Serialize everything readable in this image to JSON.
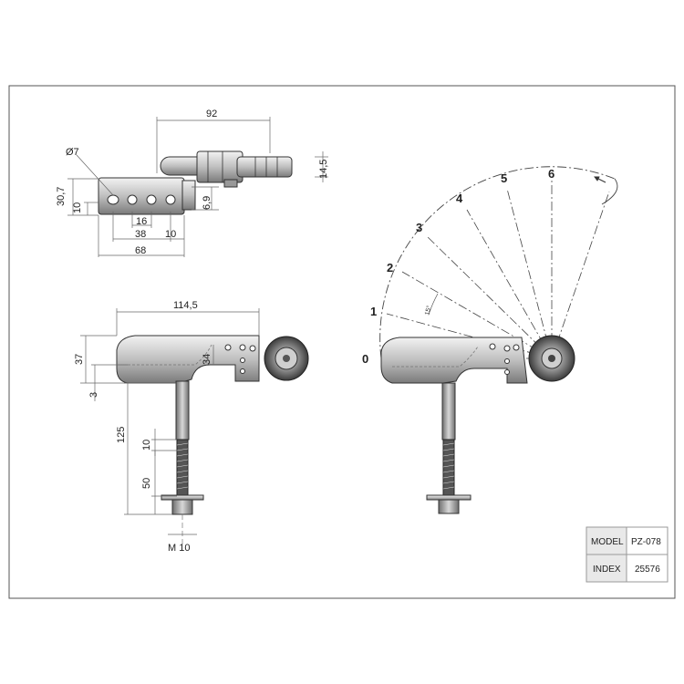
{
  "view_top": {
    "hole_dia": "Ø7",
    "length_total": "92",
    "height_total": "30,7",
    "height_hole": "10",
    "offset_small": "6,9",
    "height_right": "14,5",
    "pitch_16": "16",
    "span_38": "38",
    "edge_10": "10",
    "width_68": "68"
  },
  "view_side": {
    "length": "114,5",
    "height": "37",
    "gap": "3",
    "depth": "34",
    "bolt_length": "125",
    "collar": "10",
    "thread": "50",
    "thread_size": "M 10"
  },
  "view_rotation": {
    "positions": [
      "0",
      "1",
      "2",
      "3",
      "4",
      "5",
      "6"
    ],
    "step_angle": "15°"
  },
  "title_block": {
    "model_label": "MODEL",
    "model_value": "PZ-078",
    "index_label": "INDEX",
    "index_value": "25576"
  }
}
